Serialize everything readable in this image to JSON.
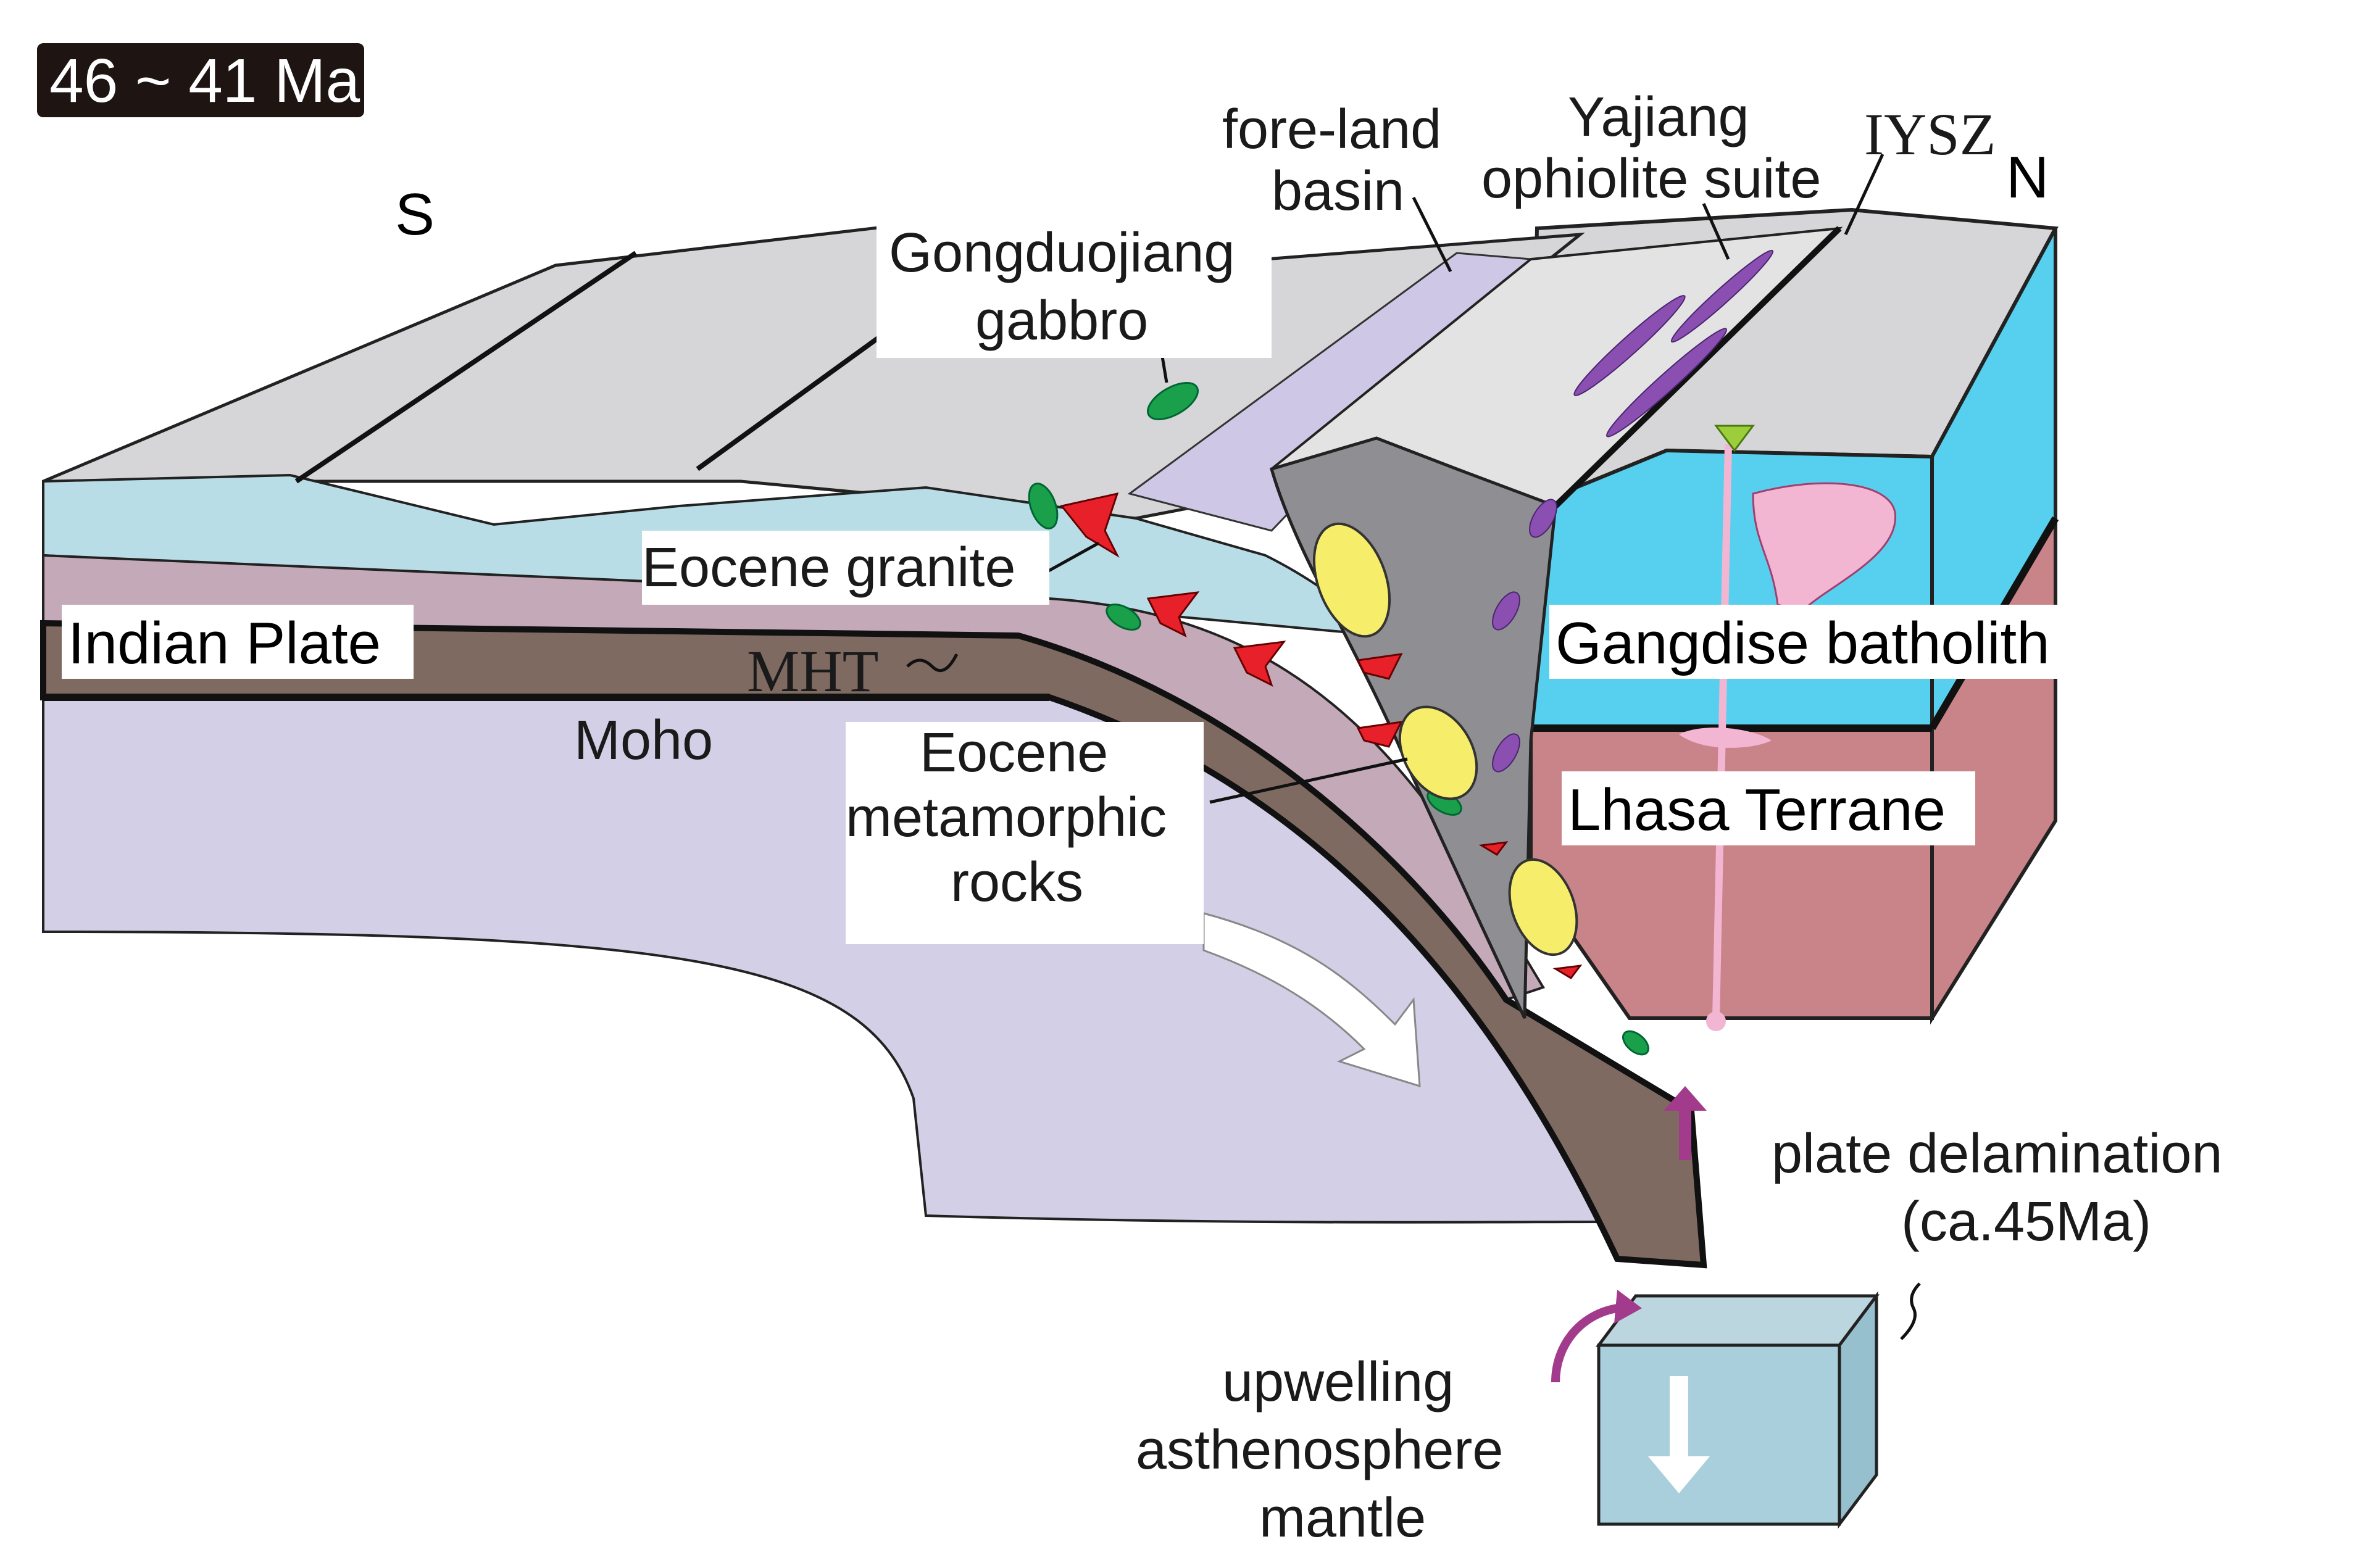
{
  "age_label": "46 ~ 41 Ma",
  "directions": {
    "south": "S",
    "north": "N"
  },
  "labels": {
    "fore_land_basin": [
      "fore-land",
      "basin"
    ],
    "yajiang": [
      "Yajiang",
      "ophiolite suite"
    ],
    "iysz": "IYSZ",
    "gongduojiang": [
      "Gongduojiang",
      "gabbro"
    ],
    "eocene_granite": "Eocene granite",
    "indian_plate": "Indian  Plate",
    "mht": "MHT",
    "moho": "Moho",
    "eocene_metamorphic": [
      "Eocene",
      "metamorphic",
      "rocks"
    ],
    "gangdise": "Gangdise batholith",
    "lhasa": "Lhasa Terrane",
    "plate_delamination": [
      "plate delamination",
      "(ca.45Ma)"
    ],
    "upwelling": [
      "upwelling",
      "asthenosphere",
      "mantle"
    ]
  },
  "colors": {
    "upper_crust": "#b9dde6",
    "mid_crust": "#c4a9b8",
    "lower_plate": "#7f6a62",
    "mantle": "#d3cfe6",
    "lhasa_upper": "#56d0ee",
    "lhasa_lower": "#c98489",
    "surface": "#d6d6d8",
    "granite": "#e8202a",
    "gabbro": "#1aa04a",
    "ophiolite": "#8a4fb0",
    "metamorphic": "#f6ee6a",
    "batholith": "#f2b6d2",
    "arrow": "#a23b8c"
  }
}
